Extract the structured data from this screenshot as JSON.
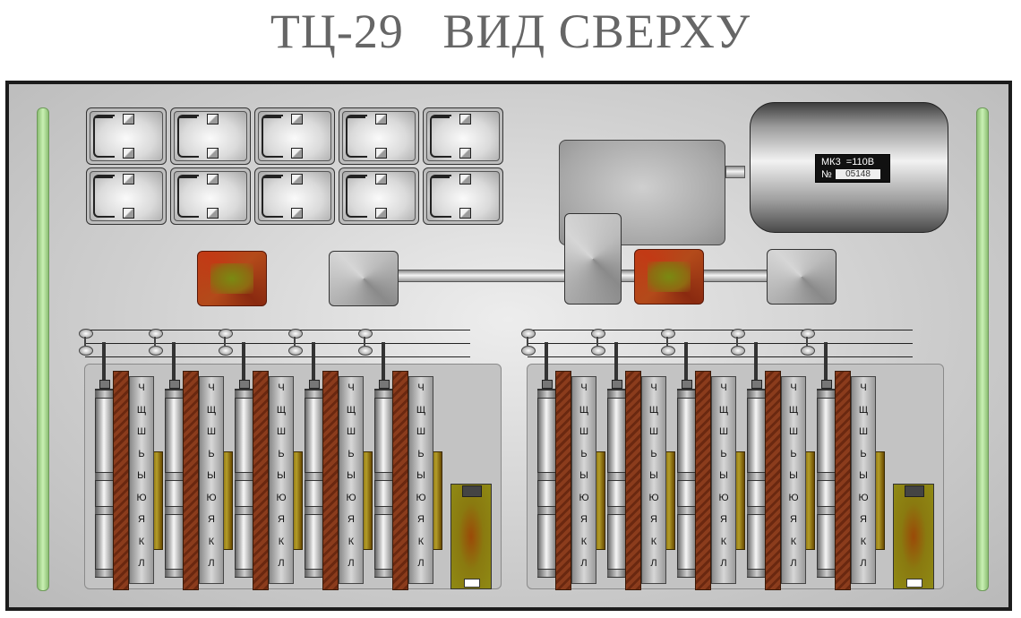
{
  "title": "ТЦ-29   ВИД СВЕРХУ",
  "colors": {
    "panel_border": "#1c1c1c",
    "rail_green": "#c9f0b4",
    "red_block": "#b34a1a",
    "olive": "#8f8a14",
    "brown_bar": "#8b3c1c"
  },
  "motor": {
    "label": "МК3  =110В",
    "number_prefix": "№",
    "serial": "05148"
  },
  "strip_letters": [
    "Ч",
    "Щ",
    "Ш",
    "Ь",
    "Ы",
    "Ю",
    "Я",
    "К",
    "Л"
  ],
  "icons": {
    "fuse": "fuse-icon",
    "contact": "contact-spring-icon",
    "drum": "cylinder-drum-icon",
    "motor": "electric-motor-icon"
  }
}
